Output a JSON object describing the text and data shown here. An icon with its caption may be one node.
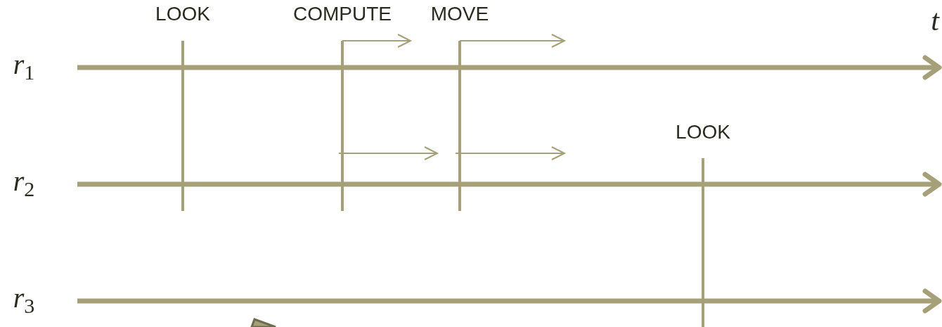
{
  "diagram": {
    "labels": [
      "LOOK",
      "COMPUTE",
      "MOVE",
      "t",
      "*r*$_{1}$",
      "LOOK",
      "*r*$_{2}$",
      "*r*$_{3}$"
    ]
  }
}
